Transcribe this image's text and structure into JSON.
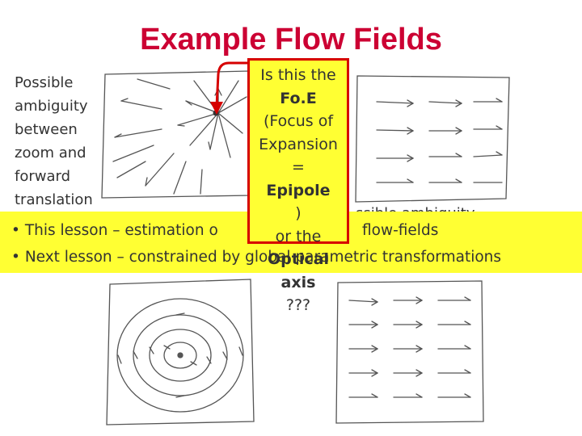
{
  "title": "Example Flow Fields",
  "side_note": {
    "lines": [
      "Possible",
      "ambiguity",
      "between",
      "zoom and",
      "forward",
      "translation"
    ]
  },
  "bullets": [
    {
      "marker": "•",
      "text": "This lesson – estimation o"
    },
    {
      "marker": "•",
      "text": "Next lesson – constrained by global parametric transformations"
    }
  ],
  "bullet1_tail": "flow-fields",
  "partially_hidden_text": "ssible ambiguity",
  "callout": {
    "line1": "Is this the",
    "line2": "Fo.E",
    "line3": "(Focus of",
    "line4": "Expansion",
    "line5_prefix": "=",
    "line5_bold": "Epipole",
    "line5_suffix": ")",
    "line6": "or the",
    "line7": "Optical",
    "line8_bold": "axis",
    "line8_suffix": " ???",
    "border_color": "#d60000",
    "fill_color": "#ffff33"
  },
  "colors": {
    "title": "#cc0033",
    "highlight": "#ffff33",
    "arrow": "#d60000",
    "text": "#333333"
  },
  "figures": [
    {
      "name": "expansion-flow",
      "description_icon": "radial-arrows"
    },
    {
      "name": "translation-flow-top",
      "description_icon": "parallel-arrows"
    },
    {
      "name": "rotation-flow",
      "description_icon": "spiral-arrows"
    },
    {
      "name": "translation-flow-bottom",
      "description_icon": "parallel-arrows"
    }
  ]
}
